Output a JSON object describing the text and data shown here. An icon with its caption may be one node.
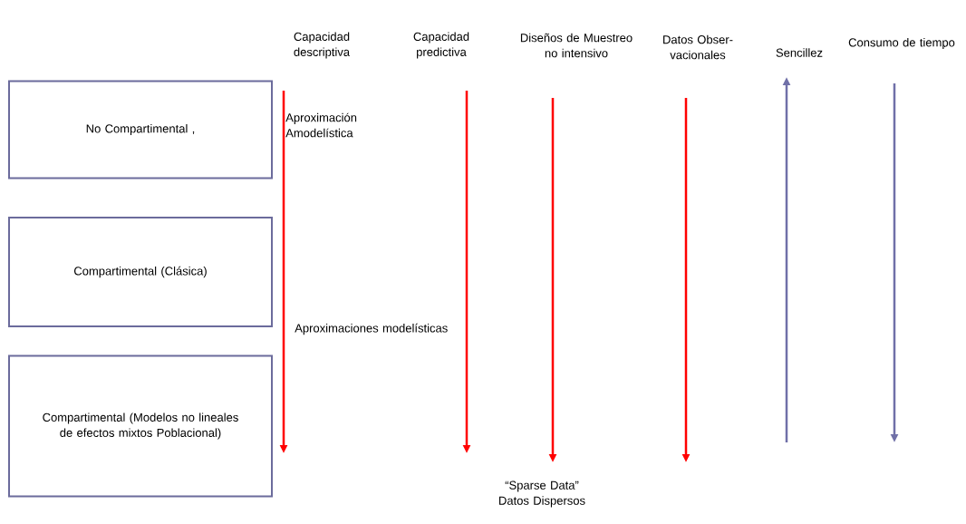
{
  "diagram": {
    "nodes": [
      {
        "text": [
          "No Compartimental ,"
        ]
      },
      {
        "text": [
          "Compartimental (Clásica)"
        ]
      },
      {
        "text": [
          "Compartimental (Modelos no lineales de efectos mixtos Poblacional)"
        ]
      }
    ],
    "labels": [
      "Capacidad descriptiva",
      "Capacidad predictiva",
      "Diseños de Muestreo no intensivo",
      "Datos Obser- vacionales",
      "Sencillez",
      "Consumo de tiempo",
      "Aproximación Amodelística",
      "Aproximaciones modelísticas",
      "“Sparse Data” Datos Dispersos"
    ]
  }
}
